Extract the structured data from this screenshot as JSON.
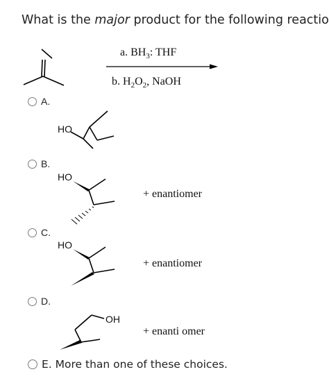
{
  "question": {
    "prefix": "What is the ",
    "emph": "major",
    "suffix": " product for the following reaction?"
  },
  "reaction": {
    "step_a": "a. BH",
    "step_a_sub": "3",
    "step_a_rest": ": THF",
    "step_b": "b. H",
    "step_b_sub1": "2",
    "step_b_mid": "O",
    "step_b_sub2": "2",
    "step_b_rest": ", NaOH"
  },
  "choices": [
    {
      "label": "A.",
      "hydroxyl": "HO"
    },
    {
      "label": "B.",
      "hydroxyl": "HO",
      "suffix": "+ enantiomer"
    },
    {
      "label": "C.",
      "hydroxyl": "HO",
      "suffix": "+ enantiomer"
    },
    {
      "label": "D.",
      "hydroxyl": "OH",
      "suffix": "+ enanti omer"
    },
    {
      "label": "E. More than one of these choices."
    }
  ],
  "colors": {
    "text": "#222222",
    "radio_border": "#7a7a7a",
    "bond": "#000000"
  }
}
